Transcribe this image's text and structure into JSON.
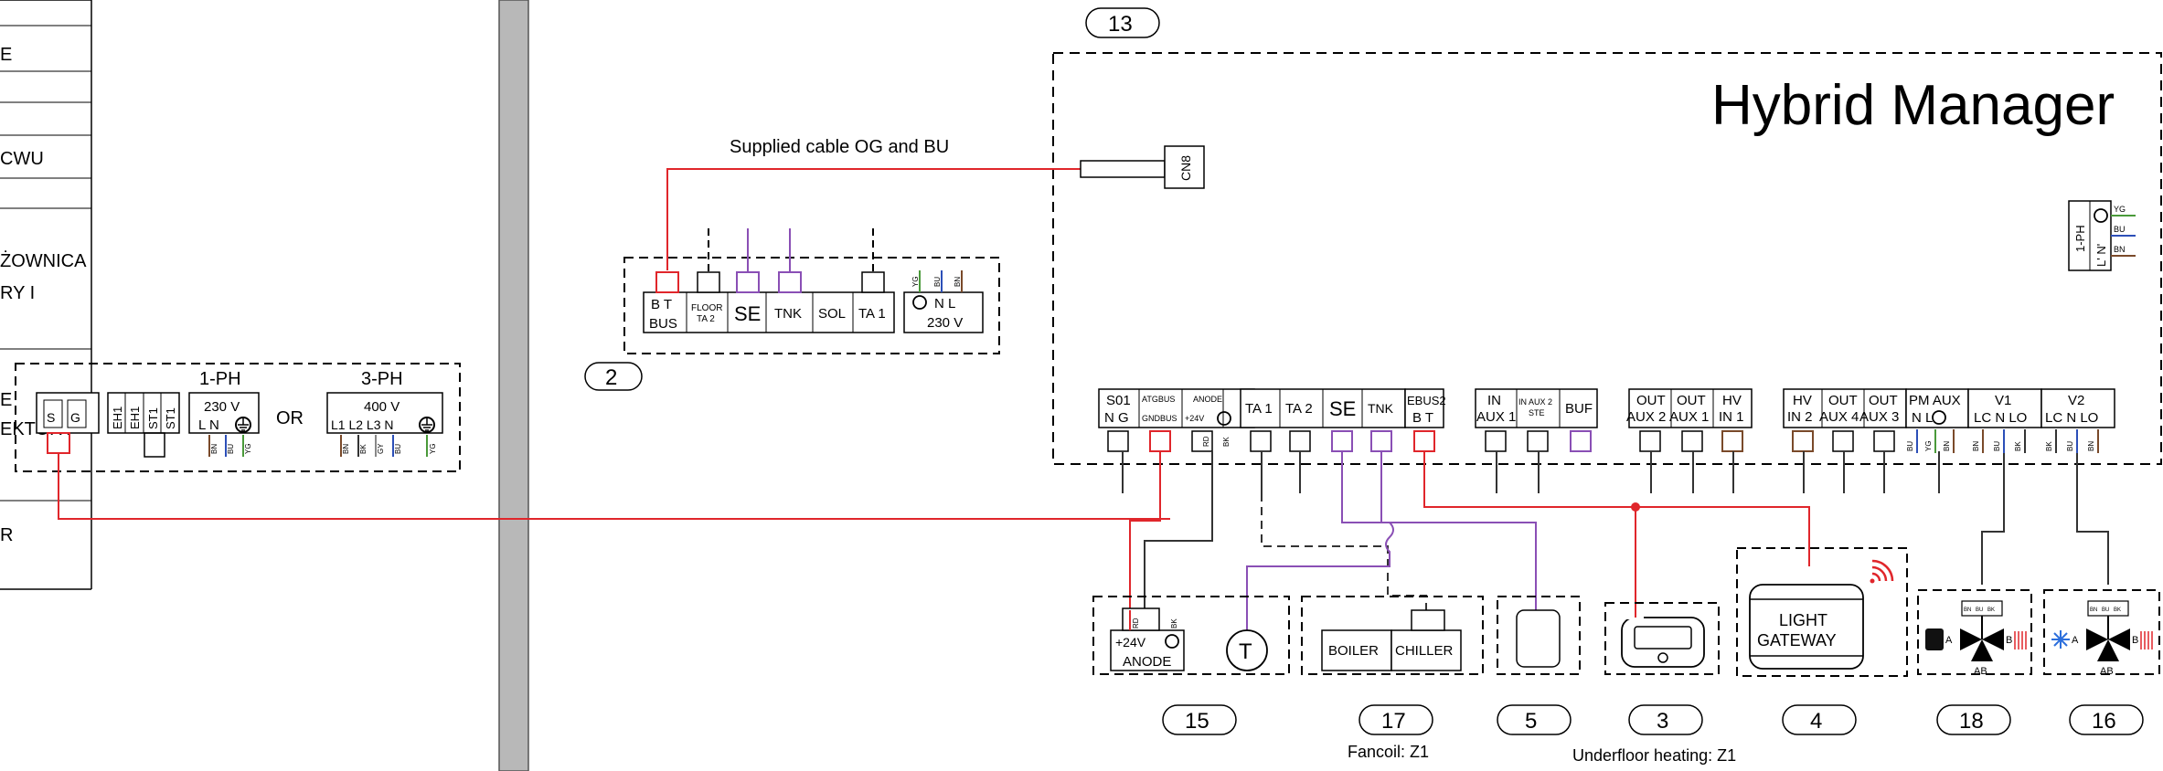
{
  "left_panel": {
    "rows": [
      "E",
      "CWU",
      "ŻOWNICA",
      "RY I",
      "E",
      "EKTORY",
      "R"
    ]
  },
  "title": "Hybrid Manager",
  "cable_note": "Supplied cable OG and BU",
  "numbers": {
    "n13": "13",
    "n2": "2",
    "n15": "15",
    "n17": "17",
    "n5": "5",
    "n3": "3",
    "n4": "4",
    "n18": "18",
    "n16": "16"
  },
  "cn8": "CN8",
  "power_left": {
    "terminals": [
      "S",
      "G",
      "EH1",
      "EH1",
      "ST1",
      "ST1"
    ],
    "ph1_title": "1-PH",
    "ph1_voltage": "230 V",
    "ph1_pins": "L  N",
    "or": "OR",
    "ph3_title": "3-PH",
    "ph3_voltage": "400 V",
    "ph3_pins": "L1 L2 L3  N",
    "ph1_wires": [
      "BN",
      "BU",
      "YG"
    ],
    "ph3_wires": [
      "BN",
      "BK",
      "GY",
      "BU",
      "YG"
    ]
  },
  "block2": {
    "bus_bt": "B  T",
    "bus": "BUS",
    "floor": "FLOOR",
    "ta2": "TA 2",
    "se": "SE",
    "tnk": "TNK",
    "sol": "SOL",
    "ta1": "TA 1",
    "pins": "N  L",
    "voltage": "230 V",
    "wires": [
      "YG",
      "BU",
      "BN"
    ]
  },
  "hm_power": {
    "title": "1-PH",
    "pins": "L' N'",
    "wires": [
      "YG",
      "BU",
      "BN"
    ]
  },
  "terminal_strip": {
    "s01": "S01",
    "s01_pins": "N  G",
    "atgbus": "ATGBUS",
    "gndbus": "GNDBUS",
    "anode": "ANODE",
    "plus24": "+24V",
    "ta1": "TA 1",
    "ta2": "TA 2",
    "se": "SE",
    "tnk": "TNK",
    "ebus2": "EBUS2",
    "ebus2_pins": "B   T",
    "in_aux1": "IN",
    "in_aux1_b": "AUX 1",
    "in_aux2": "IN AUX 2",
    "in_aux2_b": "STE",
    "buf": "BUF",
    "out_aux2": "OUT",
    "out_aux2_b": "AUX 2",
    "out_aux1": "OUT",
    "out_aux1_b": "AUX 1",
    "hv_in1": "HV",
    "hv_in1_b": "IN 1",
    "hv_in2": "HV",
    "hv_in2_b": "IN 2",
    "out_aux4": "OUT",
    "out_aux4_b": "AUX 4",
    "out_aux3": "OUT",
    "out_aux3_b": "AUX 3",
    "pm_aux": "PM AUX",
    "pm_pins": "N   L",
    "v1": "V1",
    "v1_pins": "LC N LO",
    "v2": "V2",
    "v2_pins": "LC N LO",
    "wire_rd": "RD",
    "wire_bk": "BK",
    "pm_wires": [
      "BU",
      "YG",
      "BN"
    ],
    "v1_wires": [
      "BN",
      "BU",
      "BK"
    ],
    "v2_wires": [
      "BK",
      "BU",
      "BN"
    ]
  },
  "devices": {
    "anode_plus24": "+24V",
    "anode_label": "ANODE",
    "anode_wires": [
      "RD",
      "BK"
    ],
    "sensor_t": "T",
    "boiler": "BOILER",
    "chiller": "CHILLER",
    "gateway_l1": "LIGHT",
    "gateway_l2": "GATEWAY",
    "valve_a": "A",
    "valve_b": "B",
    "valve_ab": "AB",
    "valve_wires": [
      "BN",
      "BU",
      "BK"
    ]
  },
  "captions": {
    "fancoil": "Fancoil: Z1",
    "underfloor": "Underfloor heating: Z1"
  },
  "colors": {
    "red_wire": "#e0262b",
    "purple_wire": "#8a4fb5",
    "black_wire": "#333333",
    "divider": "#b8b8b8",
    "yg": "#4a9a3a",
    "bu": "#2c4fb8",
    "bn": "#7a4a2a"
  }
}
